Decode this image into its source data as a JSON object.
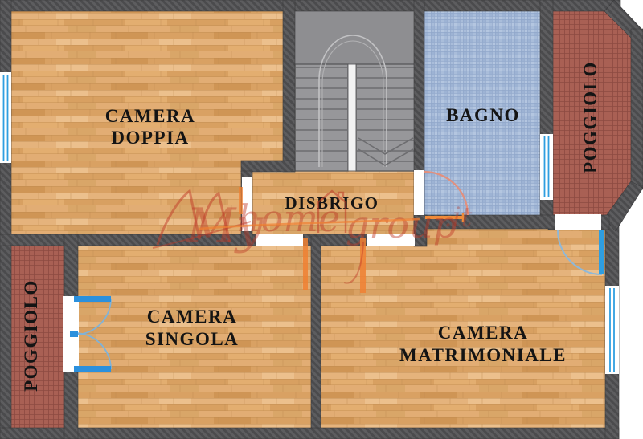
{
  "plan": {
    "type": "floor-plan",
    "rooms": {
      "camera_doppia": {
        "line1": "CAMERA",
        "line2": "DOPPIA"
      },
      "camera_singola": {
        "line1": "CAMERA",
        "line2": "SINGOLA"
      },
      "camera_matrimoniale": {
        "line1": "CAMERA",
        "line2": "MATRIMONIALE"
      },
      "bagno": {
        "label": "BAGNO"
      },
      "disbrigo": {
        "label": "DISBRIGO"
      },
      "poggiolo_right": {
        "label": "POGGIOLO"
      },
      "poggiolo_left": {
        "label": "POGGIOLO"
      }
    },
    "watermark": {
      "part1": "My",
      "part2": "home",
      "part3": "group",
      "part4": ".it"
    },
    "colors": {
      "wall": "#4b4b4d",
      "wood": "#dfa96e",
      "bath_tile": "#a9bdda",
      "balcony_tile": "#a96054",
      "stairs": "#97979a",
      "window_blue": "#2f9ee0",
      "door_arc_blue": "#8fb8d8",
      "bagno_arc_salmon": "#e2907e",
      "watermark_red": "#bf3a28",
      "watermark_orange": "#f08032"
    }
  }
}
